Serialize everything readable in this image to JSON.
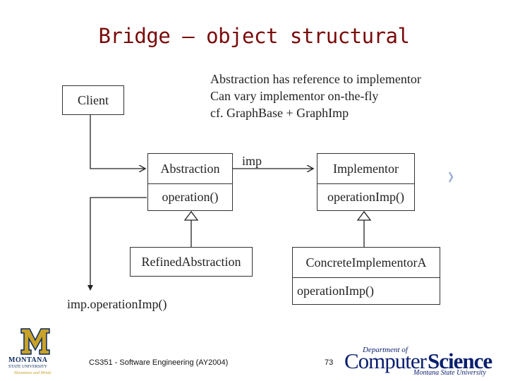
{
  "slide": {
    "title": "Bridge – object structural",
    "notes": [
      "Abstraction has reference to implementor",
      "Can vary implementor on-the-fly",
      "cf. GraphBase + GraphImp"
    ]
  },
  "diagram": {
    "client": "Client",
    "abstraction": {
      "name": "Abstraction",
      "method": "operation()"
    },
    "implementor": {
      "name": "Implementor",
      "method": "operationImp()"
    },
    "refined": "RefinedAbstraction",
    "concrete": {
      "name": "ConcreteImplementorA",
      "method": "operationImp()"
    },
    "assoc_label": "imp",
    "call_label": "imp.operationImp()"
  },
  "footer": {
    "course": "CS351 - Software Engineering (AY2004)",
    "page": "73",
    "msu_name_1": "MONTANA",
    "msu_name_2": "STATE UNIVERSITY",
    "msu_tagline": "Mountains and Minds",
    "dept_top": "Department of",
    "dept_computer": "Computer",
    "dept_science": "Science",
    "dept_univ": "Montana State University"
  },
  "colors": {
    "title": "#7a0a0a",
    "msu_gold": "#c9a227",
    "msu_blue": "#0a2a5e",
    "dept_navy": "#0a1f6e"
  }
}
